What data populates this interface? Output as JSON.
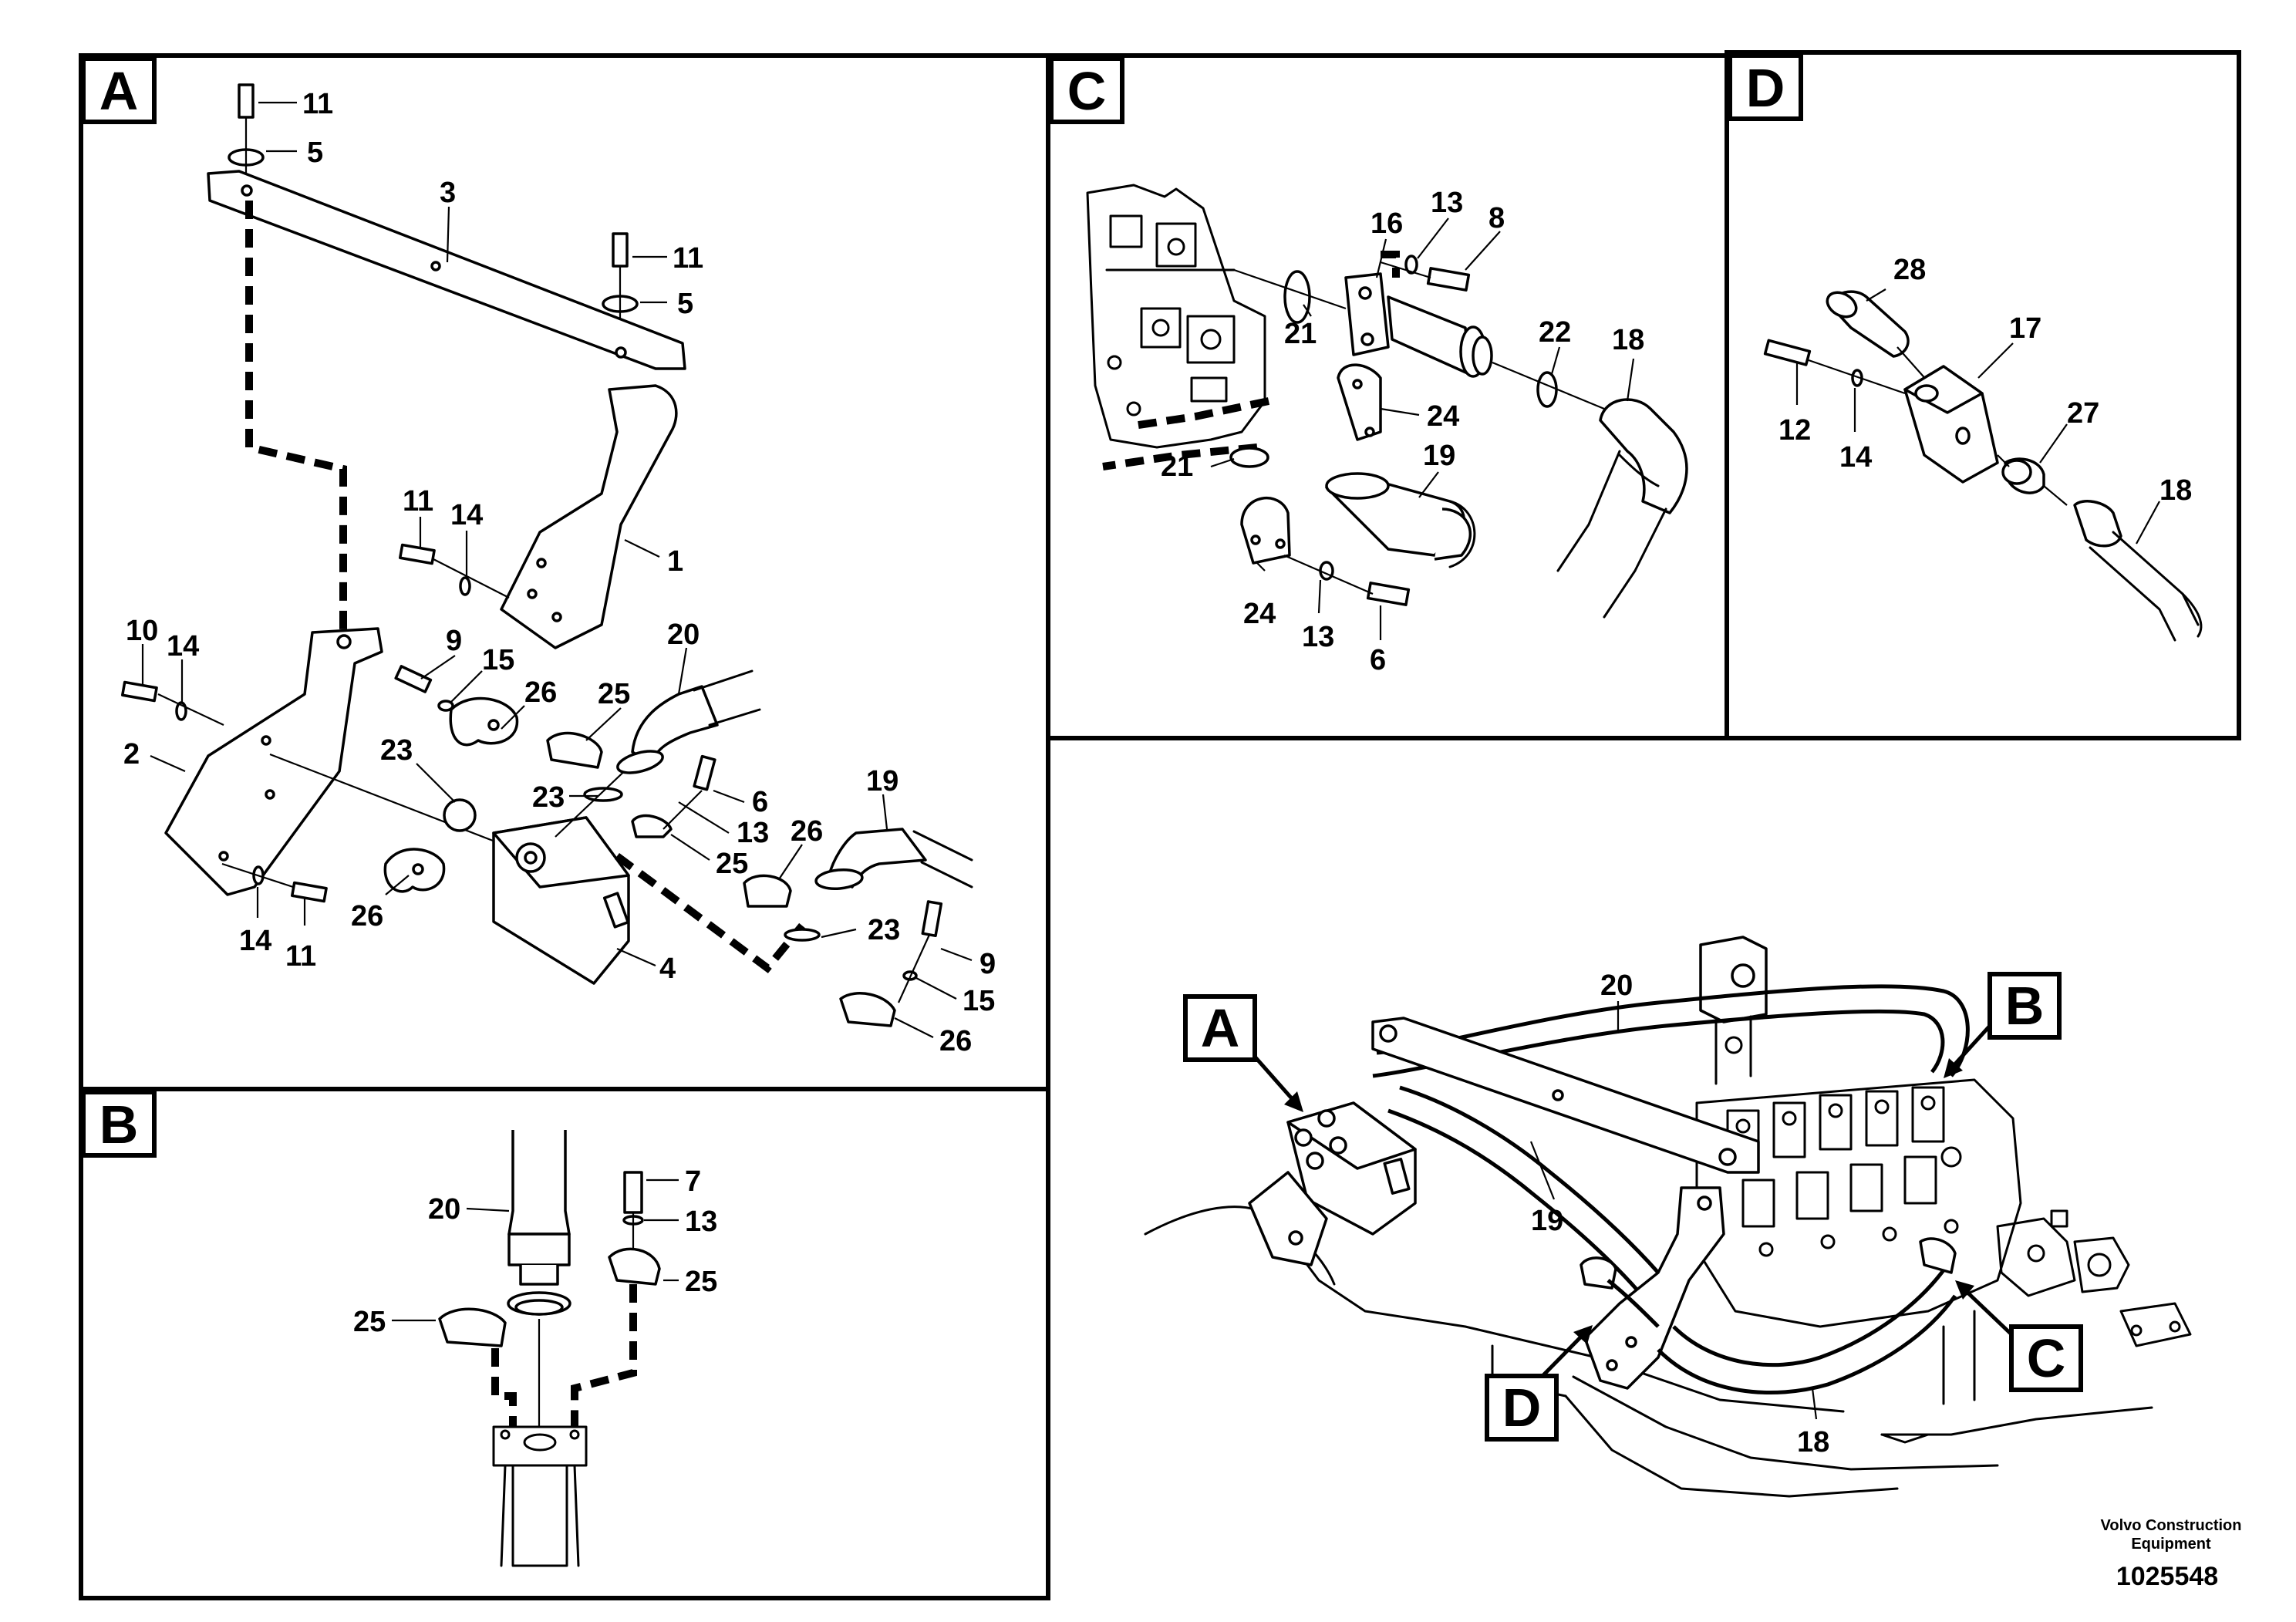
{
  "panels": {
    "a": {
      "letter": "A",
      "callouts": {
        "c1": "11",
        "c2": "5",
        "c3": "3",
        "c4": "11",
        "c5": "5",
        "c6": "1",
        "c7": "11",
        "c8": "14",
        "c9": "10",
        "c10": "14",
        "c11": "2",
        "c12": "9",
        "c13": "15",
        "c14": "26",
        "c15": "25",
        "c16": "20",
        "c17": "23",
        "c18": "23",
        "c19": "6",
        "c20": "13",
        "c21": "25",
        "c22": "26",
        "c23": "19",
        "c24": "26",
        "c25": "14",
        "c26": "11",
        "c27": "4",
        "c28": "23",
        "c29": "9",
        "c30": "15",
        "c31": "26"
      }
    },
    "b": {
      "letter": "B",
      "callouts": {
        "c1": "20",
        "c2": "7",
        "c3": "13",
        "c4": "25",
        "c5": "25"
      }
    },
    "c": {
      "letter": "C",
      "callouts": {
        "c1": "16",
        "c2": "13",
        "c3": "8",
        "c4": "21",
        "c5": "24",
        "c6": "22",
        "c7": "18",
        "c8": "21",
        "c9": "19",
        "c10": "24",
        "c11": "13",
        "c12": "6"
      }
    },
    "d": {
      "letter": "D",
      "callouts": {
        "c1": "28",
        "c2": "17",
        "c3": "12",
        "c4": "14",
        "c5": "27",
        "c6": "18"
      }
    },
    "overview": {
      "callouts": {
        "c1": "20",
        "c2": "19",
        "c3": "18"
      },
      "tags": {
        "a": "A",
        "b": "B",
        "c": "C",
        "d": "D"
      }
    }
  },
  "footer": {
    "brand_line1": "Volvo Construction",
    "brand_line2": "Equipment",
    "drawing_number": "1025548"
  }
}
